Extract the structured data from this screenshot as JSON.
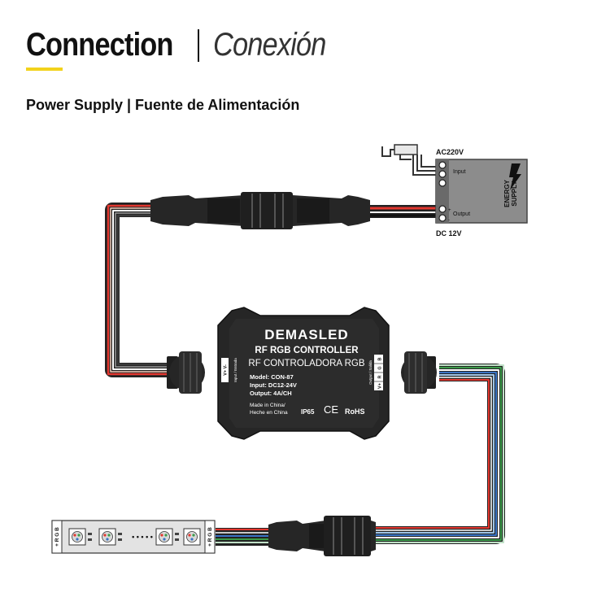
{
  "header": {
    "title": "Connection",
    "title_translation": "Conexión",
    "subtitle": "Power Supply | Fuente de Alimentación",
    "accent_color": "#f2d21b"
  },
  "power_supply": {
    "ac_label": "AC220V",
    "dc_label": "DC 12V",
    "input_label": "Input",
    "output_label": "Output",
    "brand_line1": "ENERGY",
    "brand_line2": "SUPPLY",
    "plus": "+",
    "minus": "-"
  },
  "controller": {
    "brand": "DEMASLED",
    "name_en": "RF RGB CONTROLLER",
    "name_es": "RF CONTROLADORA RGB",
    "model": "Model: CON-87",
    "input": "Input: DC12-24V",
    "output": "Output: 4A/CH",
    "made_in_1": "Made in China/",
    "made_in_2": "Heche en China",
    "ip_rating": "IP65",
    "ce_mark": "CE",
    "rohs": "RoHS",
    "left_port_pins": "V+  V-",
    "left_port_label": "Input / Entrada",
    "right_port_pins": [
      "V+",
      "R",
      "G",
      "B"
    ],
    "right_port_label": "Output / Salida"
  },
  "led_strip": {
    "left_pins": "+ R G B",
    "right_pins": "+ R G B",
    "ellipsis": "• • • • •"
  },
  "colors": {
    "wire_red": "#e2372f",
    "wire_black": "#1e1e1e",
    "wire_green": "#3c9b4a",
    "wire_blue": "#3a73c4",
    "body_dark": "#262626",
    "supply_grey": "#8c8c8c"
  }
}
